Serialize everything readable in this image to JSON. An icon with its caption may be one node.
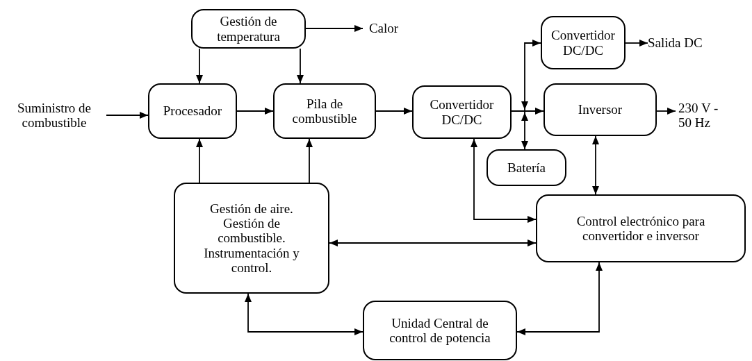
{
  "diagram": {
    "nodes": [
      {
        "text": [
          "Suministro de combustible"
        ]
      },
      {
        "text": [
          "Gestión de temperatura"
        ]
      },
      {
        "text": [
          "Calor"
        ]
      },
      {
        "text": [
          "Procesador"
        ]
      },
      {
        "text": [
          "Pila de combustible"
        ]
      },
      {
        "text": [
          "Convertidor DC/DC"
        ]
      },
      {
        "text": [
          "Convertidor DC/DC"
        ]
      },
      {
        "text": [
          "Salida DC"
        ]
      },
      {
        "text": [
          "Inversor"
        ]
      },
      {
        "text": [
          "230 V - 50 Hz"
        ]
      },
      {
        "text": [
          "Batería"
        ]
      },
      {
        "text": [
          "Gestión de aire. Gestión de combustible. Instrumentación y control."
        ]
      },
      {
        "text": [
          "Control electrónico para convertidor e inversor"
        ]
      },
      {
        "text": [
          "Unidad Central de control de potencia"
        ]
      }
    ],
    "edges": [
      {
        "from": 0,
        "to": 3,
        "arrow": "to"
      },
      {
        "from": 1,
        "to": 2,
        "arrow": "to"
      },
      {
        "from": 1,
        "to": 3,
        "arrow": "to"
      },
      {
        "from": 1,
        "to": 4,
        "arrow": "to"
      },
      {
        "from": 3,
        "to": 4,
        "arrow": "to"
      },
      {
        "from": 4,
        "to": 5,
        "arrow": "to"
      },
      {
        "from": 5,
        "to": 8,
        "arrow": "to"
      },
      {
        "from": 5,
        "to": 6,
        "arrow": "to"
      },
      {
        "from": 5,
        "to": 10,
        "arrow": "to"
      },
      {
        "from": 6,
        "to": 7,
        "arrow": "to"
      },
      {
        "from": 8,
        "to": 9,
        "arrow": "to"
      },
      {
        "from": 11,
        "to": 3,
        "arrow": "to"
      },
      {
        "from": 11,
        "to": 4,
        "arrow": "to"
      },
      {
        "from": 12,
        "to": 5,
        "arrow": "both"
      },
      {
        "from": 8,
        "to": 12,
        "arrow": "both"
      },
      {
        "from": 11,
        "to": 12,
        "arrow": "both"
      },
      {
        "from": 11,
        "to": 13,
        "arrow": "both"
      },
      {
        "from": 12,
        "to": 13,
        "arrow": "both"
      }
    ]
  }
}
